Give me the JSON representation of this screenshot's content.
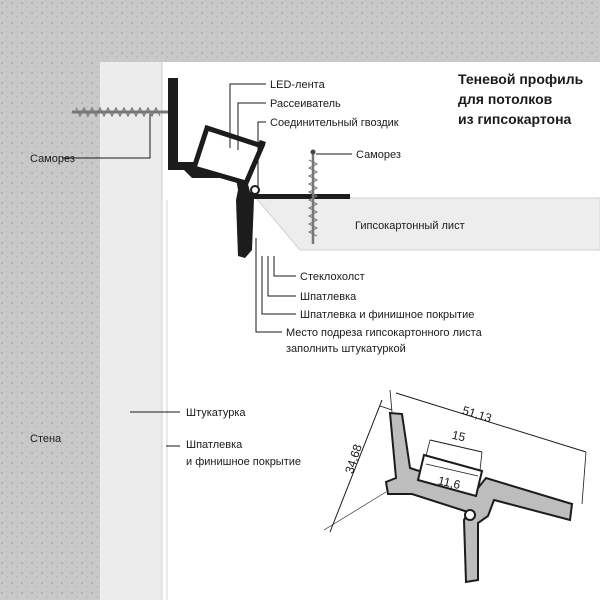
{
  "title": {
    "line1": "Теневой профиль",
    "line2": "для потолков",
    "line3": "из гипсокартона"
  },
  "labels": {
    "led_strip": "LED-лента",
    "diffuser": "Рассеиватель",
    "connecting_nail": "Соединительный гвоздик",
    "screw_ceiling": "Саморез",
    "screw_wall": "Саморез",
    "drywall_sheet": "Гипсокартонный лист",
    "fiberglass": "Стеклохолст",
    "putty": "Шпатлевка",
    "putty_finish": "Шпатлевка и финишное покрытие",
    "cut_place_line1": "Место подреза гипсокартонного листа",
    "cut_place_line2": "заполнить штукатуркой",
    "plaster": "Штукатурка",
    "wall_putty_line1": "Шпатлевка",
    "wall_putty_line2": "и финишное покрытие",
    "wall": "Стена"
  },
  "dimensions": {
    "total_width": "51,13",
    "height": "34,68",
    "channel_width": "15",
    "inner_width": "11,6"
  },
  "colors": {
    "concrete": "#c8c8c8",
    "plaster": "#ececec",
    "drywall": "#ededed",
    "profile": "#1c1c1c",
    "text": "#1a1a1a"
  }
}
